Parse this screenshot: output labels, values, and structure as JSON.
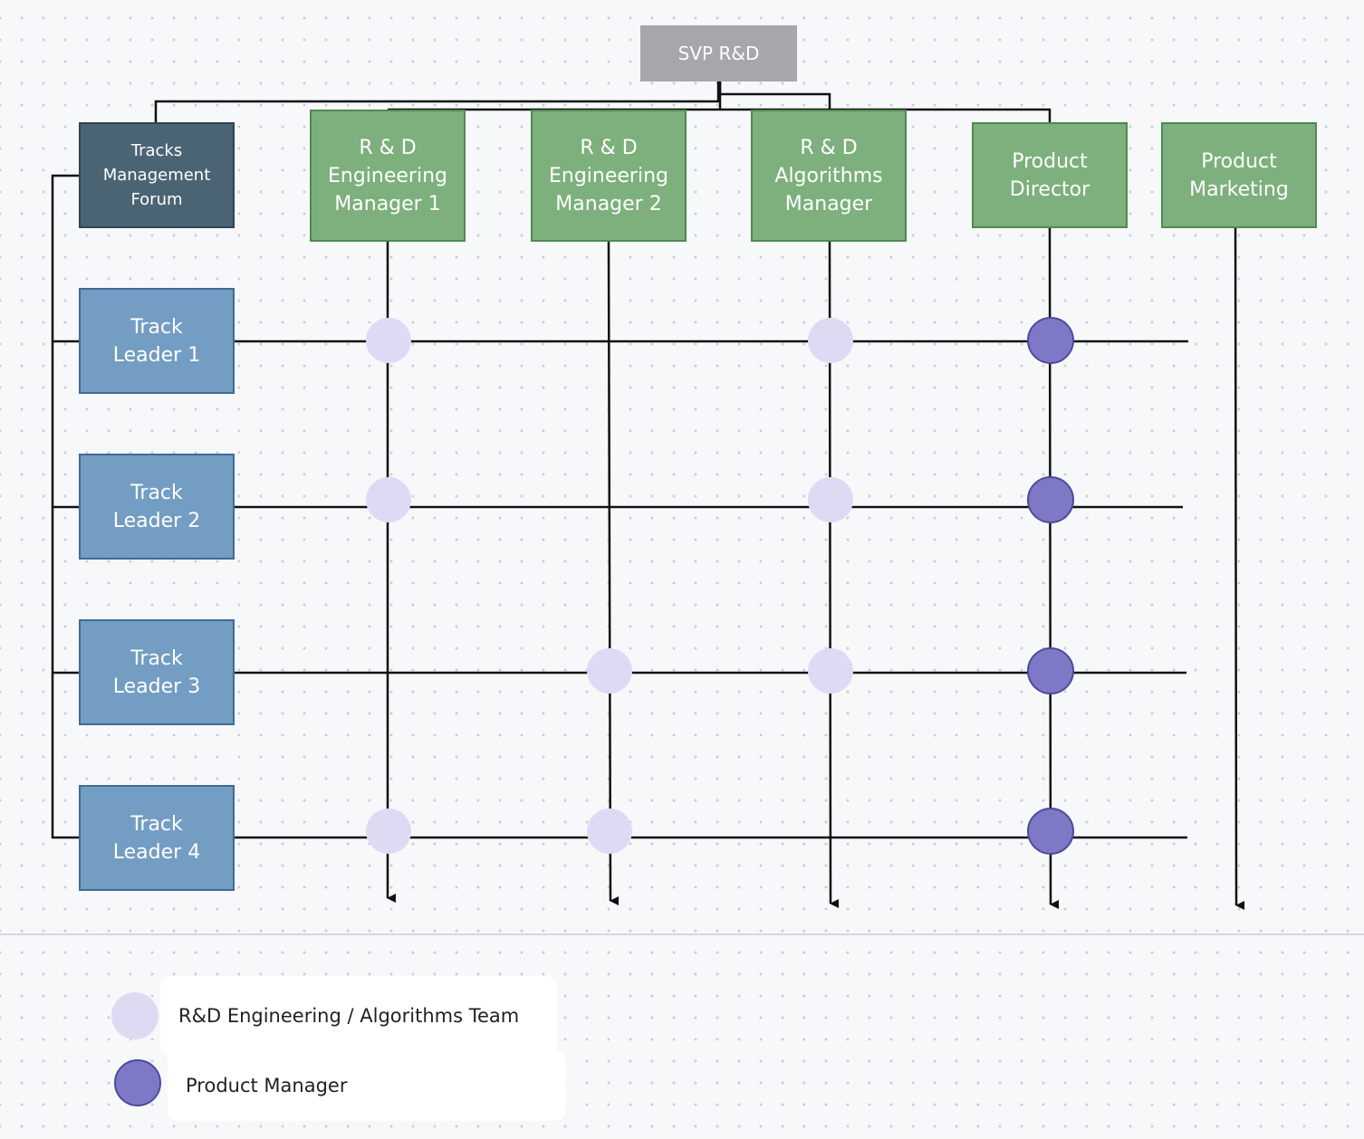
{
  "colors": {
    "svp": "#a7a6ab",
    "forum": "#4a6474",
    "manager": "#7db07c",
    "track": "#739dc2",
    "engineering_team": "#dddbf4",
    "product_manager": "#7d79c7",
    "product_manager_border": "#4e4a9a",
    "line": "#111111"
  },
  "nodes": {
    "svp": "SVP R&D",
    "forum": "Tracks\nManagement\nForum",
    "managers": [
      {
        "label": "R & D\nEngineering\nManager 1"
      },
      {
        "label": "R & D\nEngineering\nManager 2"
      },
      {
        "label": "R & D\nAlgorithms\nManager"
      },
      {
        "label": "Product\nDirector"
      },
      {
        "label": "Product\nMarketing"
      }
    ],
    "tracks": [
      {
        "label": "Track\nLeader 1"
      },
      {
        "label": "Track\nLeader 2"
      },
      {
        "label": "Track\nLeader 3"
      },
      {
        "label": "Track\nLeader 4"
      }
    ]
  },
  "assignments": [
    {
      "track": 1,
      "roles": [
        "engineering",
        "none",
        "engineering",
        "product-manager"
      ]
    },
    {
      "track": 2,
      "roles": [
        "engineering",
        "none",
        "engineering",
        "product-manager"
      ]
    },
    {
      "track": 3,
      "roles": [
        "none",
        "engineering",
        "engineering",
        "product-manager"
      ]
    },
    {
      "track": 4,
      "roles": [
        "engineering",
        "engineering",
        "none",
        "product-manager"
      ]
    }
  ],
  "legend": {
    "engineering_team": "R&D Engineering / Algorithms Team",
    "product_manager": "Product Manager"
  }
}
